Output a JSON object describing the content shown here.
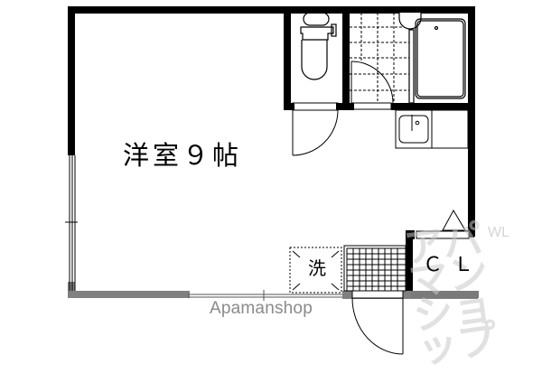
{
  "floor_plan": {
    "main_room": {
      "label": "洋室９帖",
      "type": "western-style room",
      "size_jo": 9
    },
    "rooms": [
      {
        "id": "toilet",
        "label": "",
        "icon": "toilet-icon"
      },
      {
        "id": "washroom",
        "label": "",
        "icon": "tile-floor"
      },
      {
        "id": "bathroom",
        "label": "",
        "icon": "bathtub-icon"
      },
      {
        "id": "kitchen",
        "label": "",
        "icon": "sink-icon"
      },
      {
        "id": "closet",
        "label": "ＣＬ"
      },
      {
        "id": "laundry",
        "label": "洗"
      },
      {
        "id": "entrance",
        "label": "",
        "icon": "genkan-grid"
      }
    ],
    "north_marker": "triangle-icon",
    "colors": {
      "wall": "#000000",
      "window_frame": "#808080",
      "line": "#000000",
      "watermark": "#8a8a8a"
    }
  },
  "watermark": {
    "brand": "Apamanshop",
    "jp_logo": "アパマンショップ",
    "side_text": "WL"
  }
}
